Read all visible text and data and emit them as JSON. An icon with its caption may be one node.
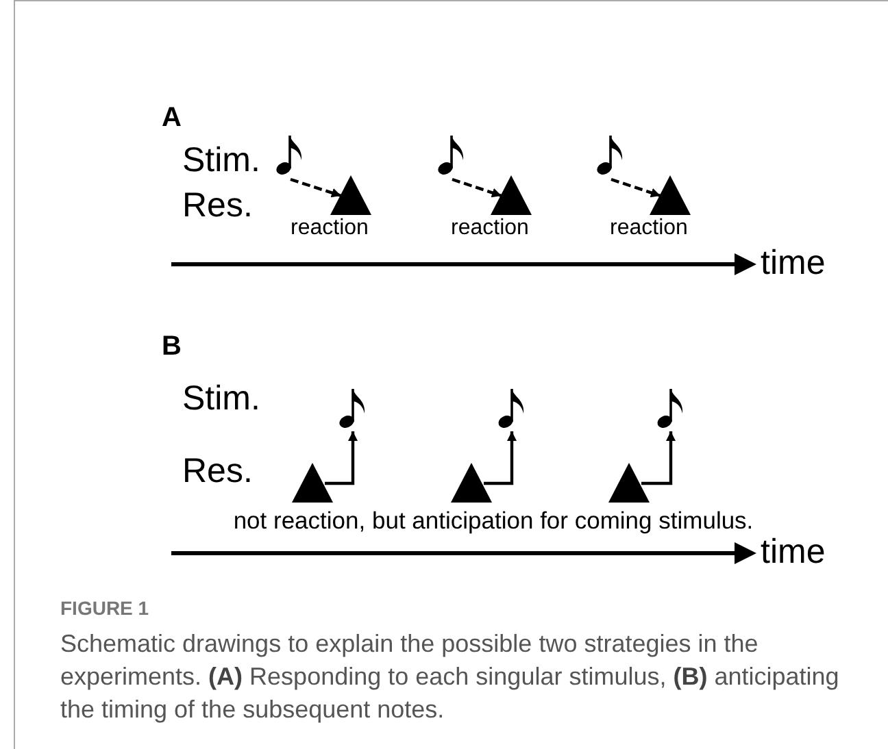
{
  "diagram": {
    "caption": "Schematic drawings to explain the possible two strategies in the experiments. **(A)** Responding to each singular stimulus, **(B)** anticipating the timing of the subsequent notes.",
    "nodes": [
      {
        "text": [],
        "shape": "note"
      },
      {
        "text": [],
        "shape": "note"
      },
      {
        "text": [],
        "shape": "note"
      },
      {
        "text": [],
        "shape": "triangle",
        "beside": [
          "reaction"
        ]
      },
      {
        "text": [],
        "shape": "triangle",
        "beside": [
          "reaction"
        ]
      },
      {
        "text": [],
        "shape": "triangle",
        "beside": [
          "reaction"
        ]
      },
      {
        "text": [],
        "shape": "note"
      },
      {
        "text": [],
        "shape": "note"
      },
      {
        "text": [],
        "shape": "note"
      },
      {
        "text": [],
        "shape": "triangle"
      },
      {
        "text": [],
        "shape": "triangle"
      },
      {
        "text": [],
        "shape": "triangle"
      }
    ],
    "edges": [
      {
        "from": 0,
        "to": 3,
        "arrow": "to",
        "style": "dashed"
      },
      {
        "from": 1,
        "to": 4,
        "arrow": "to",
        "style": "dashed"
      },
      {
        "from": 2,
        "to": 5,
        "arrow": "to",
        "style": "dashed"
      },
      {
        "from": 9,
        "to": 6,
        "arrow": "to"
      },
      {
        "from": 10,
        "to": 7,
        "arrow": "to"
      },
      {
        "from": 11,
        "to": 8,
        "arrow": "to"
      }
    ],
    "labels": [
      "A",
      "Stim.",
      "Res.",
      "time",
      "B",
      "Stim.",
      "Res.",
      "not reaction, but anticipation for coming stimulus.",
      "time",
      "FIGURE 1"
    ]
  }
}
